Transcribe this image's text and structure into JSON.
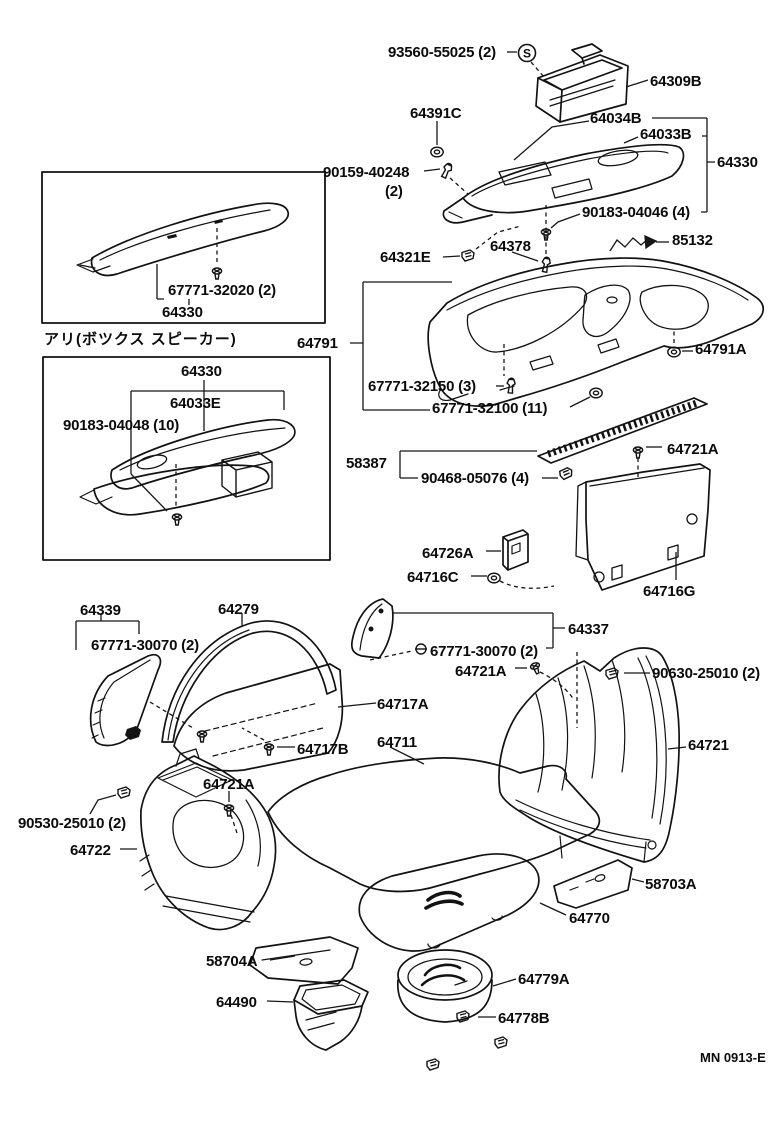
{
  "diagram": {
    "symbol_s": "S",
    "variant_note": "アリ(ボツクス スピーカー)",
    "labels": [
      {
        "id": "93560-55025",
        "text": "93560-55025 (2)"
      },
      {
        "id": "64309B",
        "text": "64309B"
      },
      {
        "id": "64391C",
        "text": "64391C"
      },
      {
        "id": "64034B",
        "text": "64034B"
      },
      {
        "id": "64033B",
        "text": "64033B"
      },
      {
        "id": "64330-main",
        "text": "64330"
      },
      {
        "id": "90159-40248",
        "text": "90159-40248"
      },
      {
        "id": "90159-40248-qty",
        "text": "(2)"
      },
      {
        "id": "90183-04046",
        "text": "90183-04046 (4)"
      },
      {
        "id": "85132",
        "text": "85132"
      },
      {
        "id": "64378",
        "text": "64378"
      },
      {
        "id": "64321E",
        "text": "64321E"
      },
      {
        "id": "67771-32020",
        "text": "67771-32020 (2)"
      },
      {
        "id": "64330-inset1",
        "text": "64330"
      },
      {
        "id": "64791",
        "text": "64791"
      },
      {
        "id": "64330-inset2",
        "text": "64330"
      },
      {
        "id": "64033E",
        "text": "64033E"
      },
      {
        "id": "90183-04048",
        "text": "90183-04048 (10)"
      },
      {
        "id": "64791A",
        "text": "64791A"
      },
      {
        "id": "67771-32150",
        "text": "67771-32150 (3)"
      },
      {
        "id": "67771-32100",
        "text": "67771-32100 (11)"
      },
      {
        "id": "58387",
        "text": "58387"
      },
      {
        "id": "64721A-1",
        "text": "64721A"
      },
      {
        "id": "90468-05076",
        "text": "90468-05076 (4)"
      },
      {
        "id": "64726A",
        "text": "64726A"
      },
      {
        "id": "64716C",
        "text": "64716C"
      },
      {
        "id": "64716G",
        "text": "64716G"
      },
      {
        "id": "64339",
        "text": "64339"
      },
      {
        "id": "64279",
        "text": "64279"
      },
      {
        "id": "67771-30070-left",
        "text": "67771-30070 (2)"
      },
      {
        "id": "64337",
        "text": "64337"
      },
      {
        "id": "67771-30070-right",
        "text": "67771-30070 (2)"
      },
      {
        "id": "64721A-2",
        "text": "64721A"
      },
      {
        "id": "90630-25010",
        "text": "90630-25010 (2)"
      },
      {
        "id": "64717A",
        "text": "64717A"
      },
      {
        "id": "64717B",
        "text": "64717B"
      },
      {
        "id": "64711",
        "text": "64711"
      },
      {
        "id": "64721",
        "text": "64721"
      },
      {
        "id": "64721A-3",
        "text": "64721A"
      },
      {
        "id": "90530-25010",
        "text": "90530-25010 (2)"
      },
      {
        "id": "64722",
        "text": "64722"
      },
      {
        "id": "58703A",
        "text": "58703A"
      },
      {
        "id": "64770",
        "text": "64770"
      },
      {
        "id": "58704A",
        "text": "58704A"
      },
      {
        "id": "64490",
        "text": "64490"
      },
      {
        "id": "64779A",
        "text": "64779A"
      },
      {
        "id": "64778B",
        "text": "64778B"
      }
    ]
  },
  "footer": {
    "code": "MN 0913-E"
  }
}
